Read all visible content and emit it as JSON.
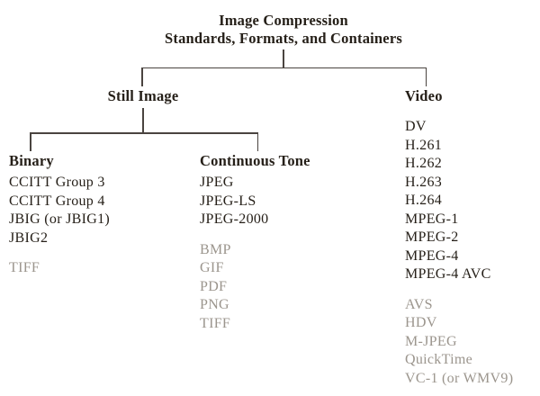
{
  "title": {
    "line1": "Image Compression",
    "line2": "Standards, Formats, and Containers"
  },
  "branches": {
    "still_image": {
      "label": "Still Image",
      "columns": {
        "binary": {
          "header": "Binary",
          "primary": [
            "CCITT Group 3",
            "CCITT Group 4",
            "JBIG (or JBIG1)",
            "JBIG2"
          ],
          "secondary": [
            "TIFF"
          ]
        },
        "continuous_tone": {
          "header": "Continuous Tone",
          "primary": [
            "JPEG",
            "JPEG-LS",
            "JPEG-2000"
          ],
          "secondary": [
            "BMP",
            "GIF",
            "PDF",
            "PNG",
            "TIFF"
          ]
        }
      }
    },
    "video": {
      "label": "Video",
      "primary": [
        "DV",
        "H.261",
        "H.262",
        "H.263",
        "H.264",
        "MPEG-1",
        "MPEG-2",
        "MPEG-4",
        "MPEG-4 AVC"
      ],
      "secondary": [
        "AVS",
        "HDV",
        "M-JPEG",
        "QuickTime",
        "VC-1 (or WMV9)"
      ]
    }
  },
  "colors": {
    "text_primary": "#262019",
    "text_secondary": "#9b958d",
    "connector_line": "#4a4440",
    "background": "#ffffff"
  }
}
